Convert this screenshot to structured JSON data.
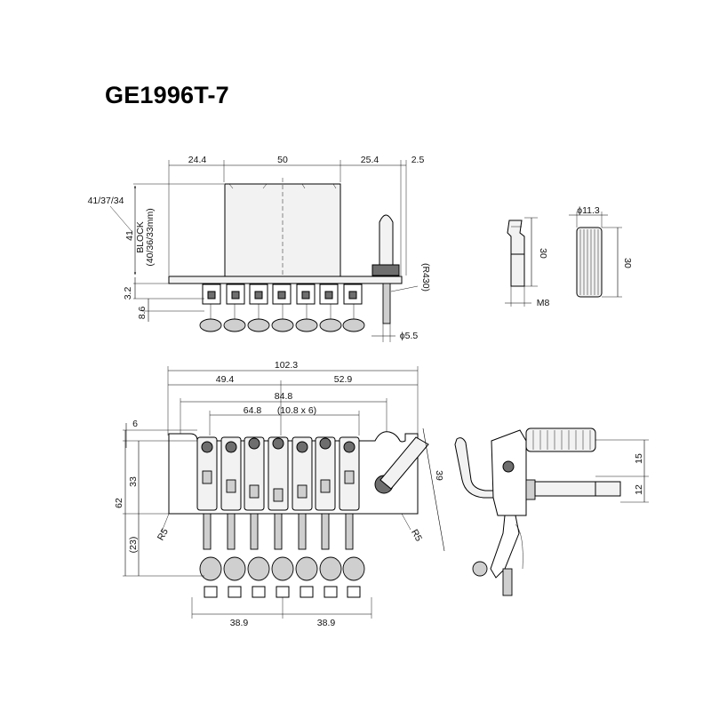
{
  "title": "GE1996T-7",
  "side": {
    "d1": "24.4",
    "d2": "50",
    "d3": "25.4",
    "d4": "2.5",
    "block_range": "41/37/34",
    "block_h": "41",
    "block_label1": "BLOCK",
    "block_label2": "(40/36/33mm)",
    "h1": "3.2",
    "h2": "8.6",
    "radius": "(R430)",
    "stud_d": "ϕ5.5"
  },
  "parts": {
    "screw_h": "30",
    "screw_thread": "M8",
    "knob_d": "ϕ11.3",
    "knob_h": "30"
  },
  "top": {
    "w_total": "102.3",
    "w_left": "49.4",
    "w_right": "52.9",
    "w_mid": "84.8",
    "w_strings": "64.8",
    "w_spacing": "(10.8 x 6)",
    "h6": "6",
    "h33": "33",
    "h62": "62",
    "h23": "(23)",
    "r_left": "R5",
    "r_right": "R5",
    "h39": "39",
    "b_left": "38.9",
    "b_right": "38.9"
  },
  "rear": {
    "d15": "15",
    "d12": "12"
  }
}
